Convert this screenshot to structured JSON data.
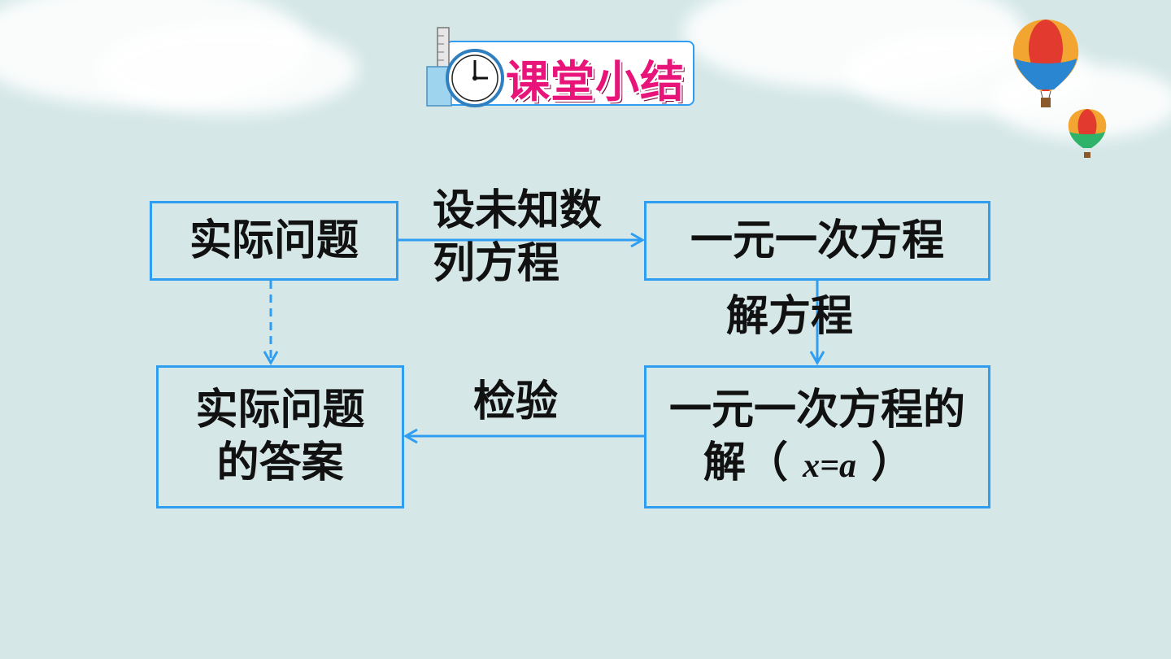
{
  "header": {
    "title": "课堂小结"
  },
  "diagram": {
    "boxes": {
      "problem": "实际问题",
      "equation": "一元一次方程",
      "solution_line1": "一元一次方程的",
      "solution_line2_prefix": "解（ ",
      "solution_math": "x=a",
      "solution_line2_suffix": " ）",
      "answer_line1": "实际问题",
      "answer_line2": "的答案"
    },
    "edges": {
      "set_up_line1": "设未知数",
      "set_up_line2": "列方程",
      "solve": "解方程",
      "check": "检验"
    }
  },
  "colors": {
    "accent": "#2f9df0",
    "title": "#e8147a",
    "background": "#d5e7e7"
  },
  "icons": [
    "clock-icon",
    "ruler-pencil-icon",
    "hot-air-balloon-icon"
  ]
}
